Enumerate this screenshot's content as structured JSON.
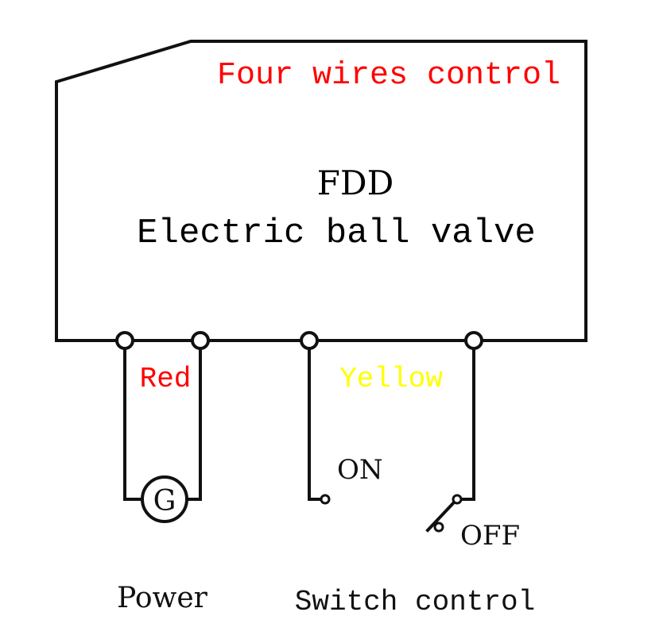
{
  "header": {
    "label": "Four wires control"
  },
  "device": {
    "model": "FDD",
    "name": "Electric ball valve"
  },
  "wires": {
    "red_label": "Red",
    "yellow_label": "Yellow"
  },
  "power": {
    "generator_symbol": "G",
    "label": "Power"
  },
  "switch": {
    "on_label": "ON",
    "off_label": "OFF",
    "label": "Switch control"
  },
  "colors": {
    "header_red": "#ff0000",
    "red_wire": "#ff0000",
    "yellow_wire": "#ffff00",
    "line": "#111111"
  }
}
